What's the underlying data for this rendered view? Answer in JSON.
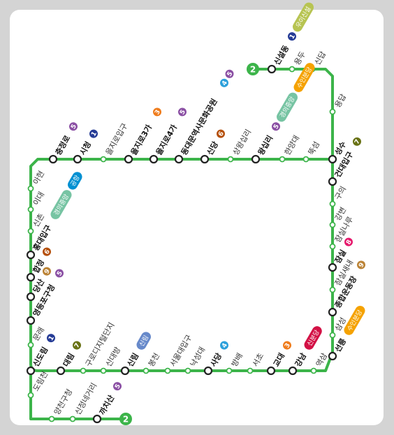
{
  "colors": {
    "line2": "#3cb44a",
    "line1": "#263c96",
    "line3": "#ef7c1c",
    "line4": "#2ca0db",
    "line5": "#8b50a4",
    "line6": "#b5500b",
    "line7": "#697215",
    "line8": "#e6186c",
    "line9": "#bb8336",
    "gyeongui": "#77c4a3",
    "gonghang": "#0090d2",
    "sinbundang": "#d31145",
    "suin": "#f5a200",
    "ui": "#b7c452",
    "sillim": "#6789ca"
  },
  "line_number": "2",
  "stations": [
    {
      "name": "신설동",
      "transfer": true,
      "badges": [
        {
          "type": "num",
          "text": "1",
          "color": "line1"
        },
        {
          "type": "pill",
          "text": "우이신설",
          "color": "ui"
        }
      ]
    },
    {
      "name": "용두",
      "transfer": false,
      "badges": []
    },
    {
      "name": "신답",
      "transfer": false,
      "badges": []
    },
    {
      "name": "용답",
      "transfer": false,
      "badges": []
    },
    {
      "name": "성수",
      "transfer": true,
      "badges": []
    },
    {
      "name": "뚝섬",
      "transfer": false,
      "badges": []
    },
    {
      "name": "한양대",
      "transfer": false,
      "badges": []
    },
    {
      "name": "왕십리",
      "transfer": true,
      "badges": [
        {
          "type": "num",
          "text": "5",
          "color": "line5"
        },
        {
          "type": "pill",
          "text": "경의중앙",
          "color": "gyeongui"
        },
        {
          "type": "pill",
          "text": "수인분당",
          "color": "suin"
        }
      ]
    },
    {
      "name": "상왕십리",
      "transfer": false,
      "badges": []
    },
    {
      "name": "신당",
      "transfer": true,
      "badges": [
        {
          "type": "num",
          "text": "6",
          "color": "line6"
        }
      ]
    },
    {
      "name": "동대문역사문화공원",
      "transfer": true,
      "badges": [
        {
          "type": "num",
          "text": "4",
          "color": "line4"
        },
        {
          "type": "num",
          "text": "5",
          "color": "line5"
        }
      ]
    },
    {
      "name": "을지로4가",
      "transfer": true,
      "badges": [
        {
          "type": "num",
          "text": "5",
          "color": "line5"
        }
      ]
    },
    {
      "name": "을지로3가",
      "transfer": true,
      "badges": [
        {
          "type": "num",
          "text": "3",
          "color": "line3"
        }
      ]
    },
    {
      "name": "을지로입구",
      "transfer": false,
      "badges": []
    },
    {
      "name": "시청",
      "transfer": true,
      "badges": [
        {
          "type": "num",
          "text": "1",
          "color": "line1"
        }
      ]
    },
    {
      "name": "충정로",
      "transfer": true,
      "badges": [
        {
          "type": "num",
          "text": "5",
          "color": "line5"
        }
      ]
    },
    {
      "name": "아현",
      "transfer": false,
      "badges": []
    },
    {
      "name": "이대",
      "transfer": false,
      "badges": []
    },
    {
      "name": "신촌",
      "transfer": false,
      "badges": []
    },
    {
      "name": "홍대입구",
      "transfer": true,
      "badges": [
        {
          "type": "pill",
          "text": "경의중앙",
          "color": "gyeongui"
        },
        {
          "type": "pill",
          "text": "공항",
          "color": "gonghang"
        }
      ]
    },
    {
      "name": "합정",
      "transfer": true,
      "badges": [
        {
          "type": "num",
          "text": "6",
          "color": "line6"
        }
      ]
    },
    {
      "name": "당산",
      "transfer": true,
      "badges": [
        {
          "type": "num",
          "text": "9",
          "color": "line9"
        }
      ]
    },
    {
      "name": "영등포구청",
      "transfer": true,
      "badges": [
        {
          "type": "num",
          "text": "5",
          "color": "line5"
        }
      ]
    },
    {
      "name": "문래",
      "transfer": false,
      "badges": []
    },
    {
      "name": "신도림",
      "transfer": true,
      "badges": [
        {
          "type": "num",
          "text": "1",
          "color": "line1"
        }
      ]
    },
    {
      "name": "대림",
      "transfer": true,
      "badges": [
        {
          "type": "num",
          "text": "7",
          "color": "line7"
        }
      ]
    },
    {
      "name": "구로디지털단지",
      "transfer": false,
      "badges": []
    },
    {
      "name": "신대방",
      "transfer": false,
      "badges": []
    },
    {
      "name": "신림",
      "transfer": true,
      "badges": [
        {
          "type": "pill",
          "text": "신림",
          "color": "sillim"
        }
      ]
    },
    {
      "name": "봉천",
      "transfer": false,
      "badges": []
    },
    {
      "name": "서울대입구",
      "transfer": false,
      "badges": []
    },
    {
      "name": "낙성대",
      "transfer": false,
      "badges": []
    },
    {
      "name": "사당",
      "transfer": true,
      "badges": [
        {
          "type": "num",
          "text": "4",
          "color": "line4"
        }
      ]
    },
    {
      "name": "방배",
      "transfer": false,
      "badges": []
    },
    {
      "name": "서초",
      "transfer": false,
      "badges": []
    },
    {
      "name": "교대",
      "transfer": true,
      "badges": [
        {
          "type": "num",
          "text": "3",
          "color": "line3"
        }
      ]
    },
    {
      "name": "강남",
      "transfer": true,
      "badges": [
        {
          "type": "pill",
          "text": "신분당",
          "color": "sinbundang"
        }
      ]
    },
    {
      "name": "역삼",
      "transfer": false,
      "badges": []
    },
    {
      "name": "선릉",
      "transfer": true,
      "badges": [
        {
          "type": "pill",
          "text": "수인분당",
          "color": "suin"
        }
      ]
    },
    {
      "name": "삼성",
      "transfer": false,
      "badges": []
    },
    {
      "name": "종합운동장",
      "transfer": true,
      "badges": [
        {
          "type": "num",
          "text": "9",
          "color": "line9"
        }
      ]
    },
    {
      "name": "잠실새내",
      "transfer": false,
      "badges": []
    },
    {
      "name": "잠실",
      "transfer": true,
      "badges": [
        {
          "type": "num",
          "text": "8",
          "color": "line8"
        }
      ]
    },
    {
      "name": "잠실나루",
      "transfer": false,
      "badges": []
    },
    {
      "name": "강변",
      "transfer": false,
      "badges": []
    },
    {
      "name": "구의",
      "transfer": false,
      "badges": []
    },
    {
      "name": "건대입구",
      "transfer": true,
      "badges": [
        {
          "type": "num",
          "text": "7",
          "color": "line7"
        }
      ]
    },
    {
      "name": "도림천",
      "transfer": false,
      "badges": []
    },
    {
      "name": "양천구청",
      "transfer": false,
      "badges": []
    },
    {
      "name": "신정네거리",
      "transfer": false,
      "badges": []
    },
    {
      "name": "까치산",
      "transfer": true,
      "badges": [
        {
          "type": "num",
          "text": "5",
          "color": "line5"
        }
      ]
    }
  ]
}
